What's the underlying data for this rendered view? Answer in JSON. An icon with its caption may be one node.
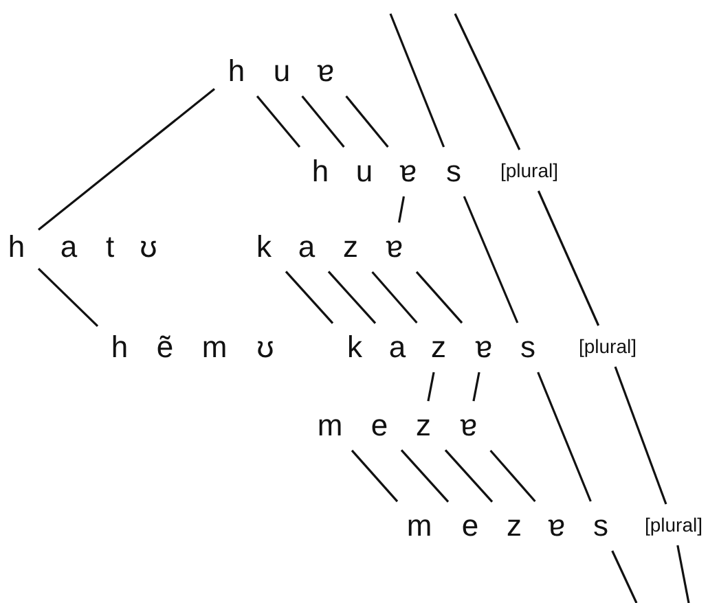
{
  "diagram": {
    "nodes": [
      {
        "text": [
          "h"
        ]
      },
      {
        "text": [
          "u"
        ]
      },
      {
        "text": [
          "ɐ"
        ]
      },
      {
        "text": [
          "h"
        ]
      },
      {
        "text": [
          "u"
        ]
      },
      {
        "text": [
          "ɐ"
        ]
      },
      {
        "text": [
          "s"
        ]
      },
      {
        "text": [
          "[plural]"
        ]
      },
      {
        "text": [
          "h"
        ]
      },
      {
        "text": [
          "a"
        ]
      },
      {
        "text": [
          "t"
        ]
      },
      {
        "text": [
          "ʊ"
        ]
      },
      {
        "text": [
          "k"
        ]
      },
      {
        "text": [
          "a"
        ]
      },
      {
        "text": [
          "z"
        ]
      },
      {
        "text": [
          "ɐ"
        ]
      },
      {
        "text": [
          "h"
        ]
      },
      {
        "text": [
          "ẽ"
        ]
      },
      {
        "text": [
          "m"
        ]
      },
      {
        "text": [
          "ʊ"
        ]
      },
      {
        "text": [
          "k"
        ]
      },
      {
        "text": [
          "a"
        ]
      },
      {
        "text": [
          "z"
        ]
      },
      {
        "text": [
          "ɐ"
        ]
      },
      {
        "text": [
          "s"
        ]
      },
      {
        "text": [
          "[plural]"
        ]
      },
      {
        "text": [
          "m"
        ]
      },
      {
        "text": [
          "e"
        ]
      },
      {
        "text": [
          "z"
        ]
      },
      {
        "text": [
          "ɐ"
        ]
      },
      {
        "text": [
          "m"
        ]
      },
      {
        "text": [
          "e"
        ]
      },
      {
        "text": [
          "z"
        ]
      },
      {
        "text": [
          "ɐ"
        ]
      },
      {
        "text": [
          "s"
        ]
      },
      {
        "text": [
          "[plural]"
        ]
      }
    ],
    "edges": [
      {
        "from": 0,
        "to": 8,
        "arrow": "none"
      },
      {
        "from": 0,
        "to": 3,
        "arrow": "none"
      },
      {
        "from": 1,
        "to": 4,
        "arrow": "none"
      },
      {
        "from": 2,
        "to": 5,
        "arrow": "none"
      },
      {
        "from": null,
        "to": 6,
        "arrow": "none"
      },
      {
        "from": null,
        "to": 7,
        "arrow": "none"
      },
      {
        "from": 5,
        "to": 15,
        "arrow": "none"
      },
      {
        "from": 6,
        "to": 24,
        "arrow": "none"
      },
      {
        "from": 7,
        "to": 25,
        "arrow": "none"
      },
      {
        "from": 8,
        "to": 16,
        "arrow": "none"
      },
      {
        "from": 12,
        "to": 20,
        "arrow": "none"
      },
      {
        "from": 13,
        "to": 21,
        "arrow": "none"
      },
      {
        "from": 14,
        "to": 22,
        "arrow": "none"
      },
      {
        "from": 15,
        "to": 23,
        "arrow": "none"
      },
      {
        "from": 22,
        "to": 28,
        "arrow": "none"
      },
      {
        "from": 23,
        "to": 29,
        "arrow": "none"
      },
      {
        "from": 24,
        "to": 34,
        "arrow": "none"
      },
      {
        "from": 25,
        "to": 35,
        "arrow": "none"
      },
      {
        "from": 26,
        "to": 30,
        "arrow": "none"
      },
      {
        "from": 27,
        "to": 31,
        "arrow": "none"
      },
      {
        "from": 28,
        "to": 32,
        "arrow": "none"
      },
      {
        "from": 29,
        "to": 33,
        "arrow": "none"
      },
      {
        "from": 34,
        "to": null,
        "arrow": "none"
      },
      {
        "from": 35,
        "to": null,
        "arrow": "none"
      }
    ]
  }
}
